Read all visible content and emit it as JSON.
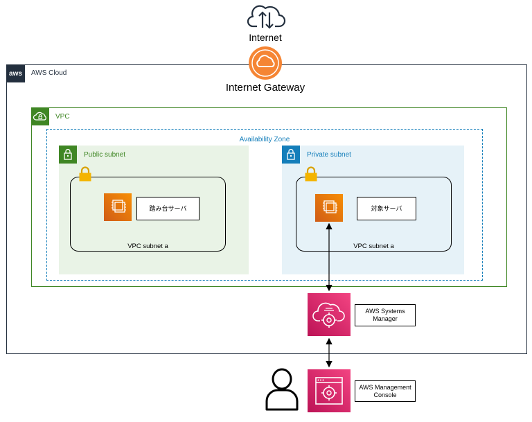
{
  "internet": {
    "label": "Internet"
  },
  "gateway": {
    "label": "Internet Gateway"
  },
  "aws_cloud": {
    "logo": "aws",
    "label": "AWS Cloud"
  },
  "vpc": {
    "label": "VPC"
  },
  "availability_zone": {
    "label": "Availability Zone"
  },
  "public_subnet": {
    "label": "Public subnet",
    "group_label": "VPC subnet a",
    "server_label": "踏み台サーバ"
  },
  "private_subnet": {
    "label": "Private subnet",
    "group_label": "VPC subnet a",
    "server_label": "対象サーバ"
  },
  "systems_manager": {
    "label": "AWS Systems Manager"
  },
  "management_console": {
    "label": "AWS Management Console"
  },
  "icons": {
    "internet": "cloud-upload-download-icon",
    "gateway": "internet-gateway-icon",
    "vpc": "vpc-cloud-lock-icon",
    "subnet": "padlock-icon",
    "group_lock": "gold-padlock-icon",
    "ec2": "ec2-instance-icon",
    "ssm": "systems-manager-icon",
    "console": "management-console-icon",
    "user": "user-icon"
  },
  "colors": {
    "aws_dark": "#232f3e",
    "vpc_green": "#3f8624",
    "subnet_blue": "#147eba",
    "public_fill": "#e9f3e6",
    "private_fill": "#e6f2f8",
    "gateway_orange": "#f58534",
    "ec2_orange": "#e7731b",
    "management_pink": "#e7157b",
    "lock_gold": "#f4b400"
  }
}
